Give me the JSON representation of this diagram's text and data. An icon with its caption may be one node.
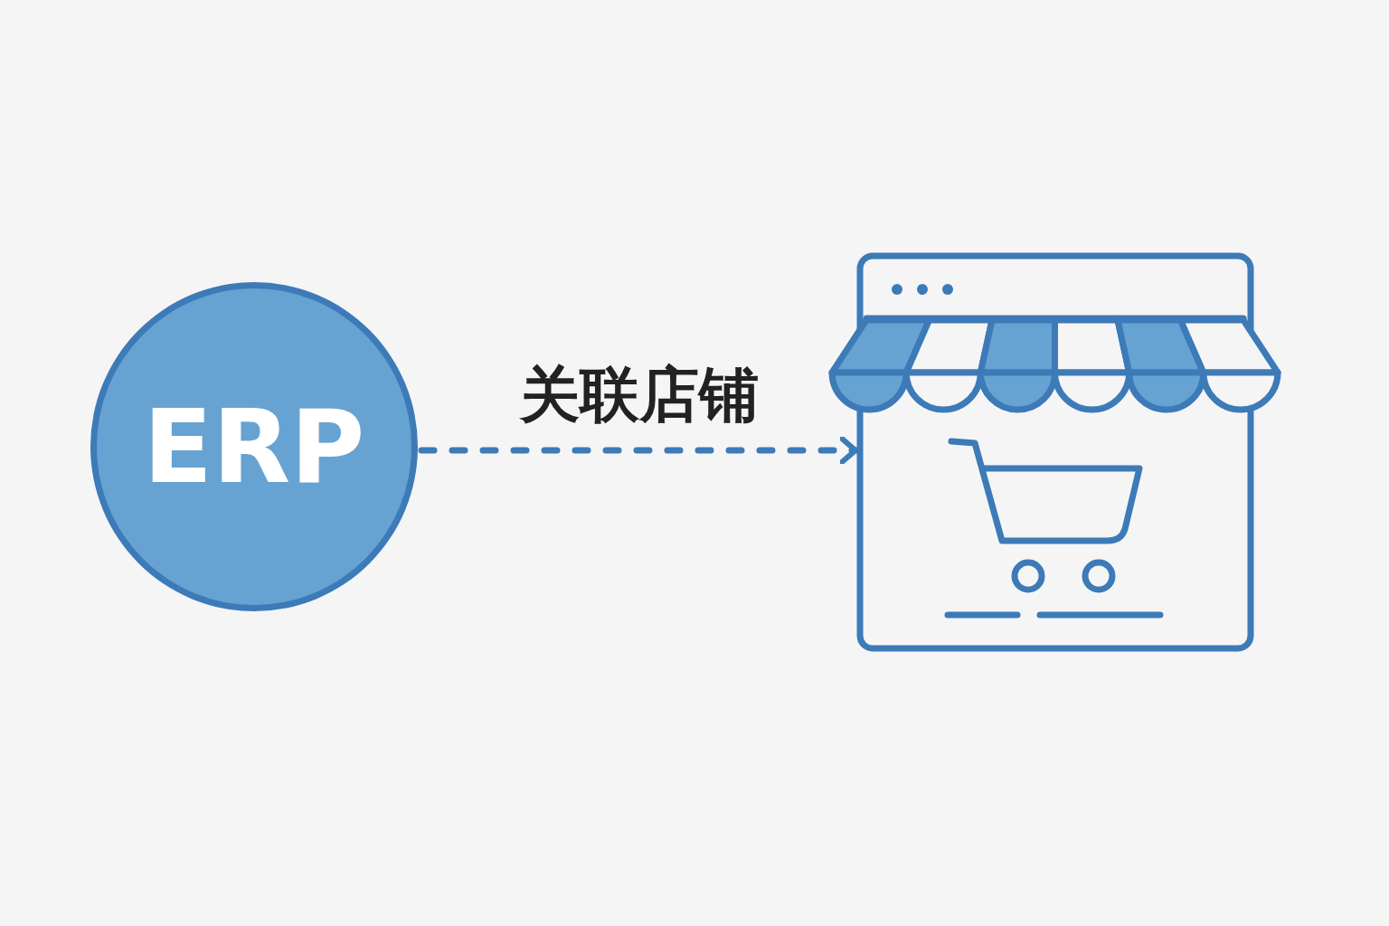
{
  "diagram": {
    "nodes": [
      {
        "text": [
          "ERP"
        ]
      },
      {
        "text": [],
        "shape": "picture"
      }
    ],
    "edges": [
      {
        "from": 0,
        "to": 1,
        "arrow": "to",
        "label": "关联店铺",
        "style": "dashed"
      }
    ]
  }
}
